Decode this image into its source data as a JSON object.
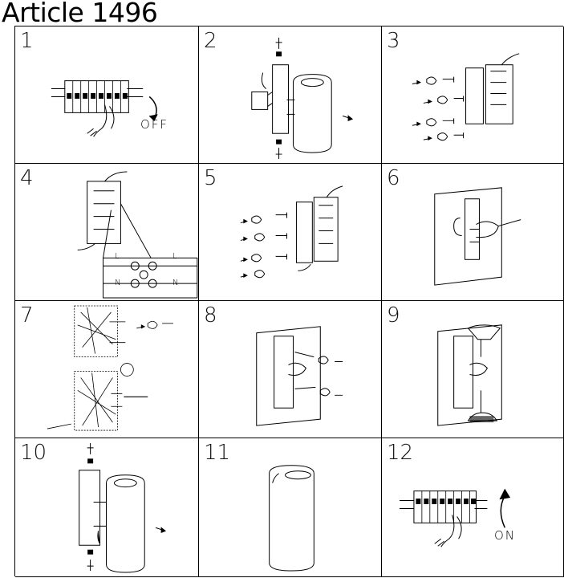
{
  "document": {
    "title": "Article 1496"
  },
  "steps": [
    {
      "number": "1",
      "label": "OFF"
    },
    {
      "number": "2"
    },
    {
      "number": "3"
    },
    {
      "number": "4",
      "terminals": [
        "L",
        "N",
        "L",
        "N"
      ]
    },
    {
      "number": "5"
    },
    {
      "number": "6"
    },
    {
      "number": "7"
    },
    {
      "number": "8"
    },
    {
      "number": "9"
    },
    {
      "number": "10"
    },
    {
      "number": "11"
    },
    {
      "number": "12",
      "label": "ON"
    }
  ]
}
